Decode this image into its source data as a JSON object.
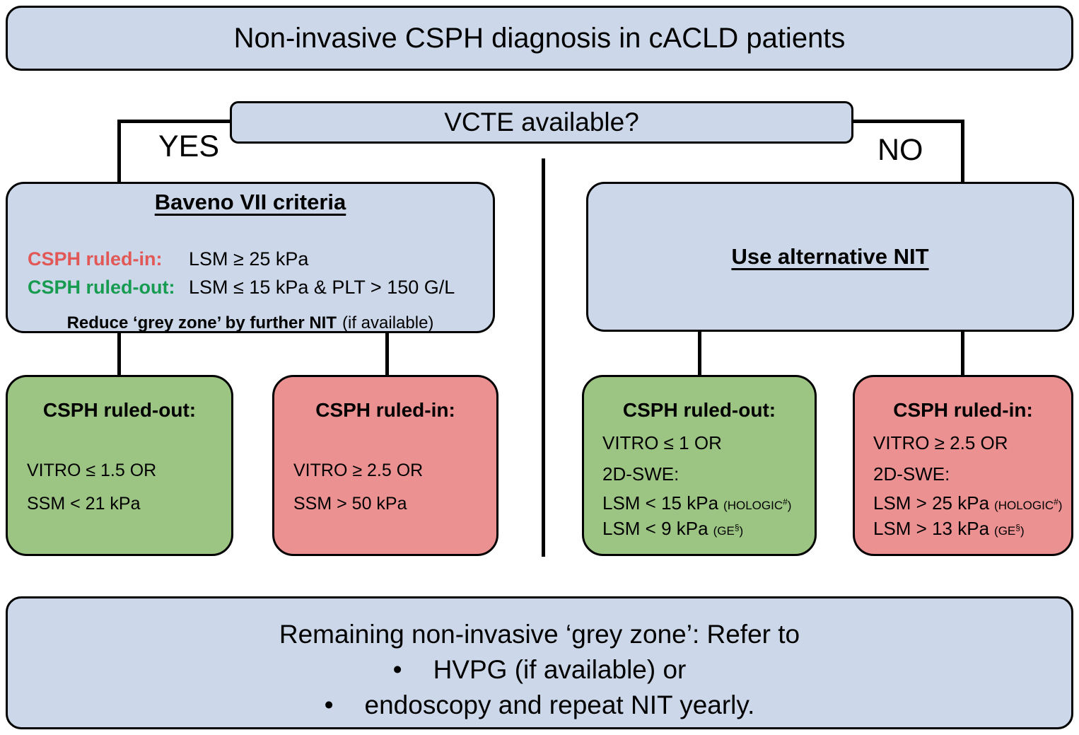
{
  "colors": {
    "box_blue": "#ccd8e9",
    "box_green": "#9cc584",
    "box_red": "#eb9191",
    "ruled_in_text": "#e15856",
    "ruled_out_text": "#169b50",
    "line_black": "#000000"
  },
  "header": {
    "title": "Non-invasive CSPH diagnosis in cACLD patients"
  },
  "decision": {
    "question": "VCTE available?",
    "yes": "YES",
    "no": "NO"
  },
  "baveno": {
    "title": "Baveno VII criteria",
    "ruled_in_label": "CSPH ruled-in:",
    "ruled_in_value": "LSM ≥ 25 kPa",
    "ruled_out_label": "CSPH ruled-out:",
    "ruled_out_value": "LSM ≤ 15 kPa & PLT > 150 G/L",
    "note_bold": "Reduce ‘grey zone’ by further NIT",
    "note_regular": "(if available)"
  },
  "alternative": {
    "title": "Use alternative NIT"
  },
  "outcomes": {
    "vcte_ruled_out": {
      "title": "CSPH ruled-out:",
      "line1": "VITRO ≤ 1.5 OR",
      "line2": "SSM < 21 kPa"
    },
    "vcte_ruled_in": {
      "title": "CSPH ruled-in:",
      "line1": "VITRO ≥ 2.5 OR",
      "line2": "SSM > 50 kPa"
    },
    "alt_ruled_out": {
      "title": "CSPH ruled-out:",
      "line1": "VITRO ≤ 1 OR",
      "line2": "2D-SWE:",
      "line3_main": "LSM < 15 kPa",
      "line3_suffix": "(HOLOGIC",
      "line3_sup": "#",
      "line3_close": ")",
      "line4_main": "LSM < 9 kPa",
      "line4_suffix": "(GE",
      "line4_sup": "§",
      "line4_close": ")"
    },
    "alt_ruled_in": {
      "title": "CSPH ruled-in:",
      "line1": "VITRO ≥ 2.5 OR",
      "line2": "2D-SWE:",
      "line3_main": "LSM > 25 kPa",
      "line3_suffix": "(HOLOGIC",
      "line3_sup": "#",
      "line3_close": ")",
      "line4_main": "LSM > 13 kPa",
      "line4_suffix": "(GE",
      "line4_sup": "§",
      "line4_close": ")"
    }
  },
  "footer": {
    "line1": "Remaining non-invasive ‘grey zone’: Refer to",
    "bullet_glyph": "•",
    "bullet1": "HVPG (if available) or",
    "bullet2": "endoscopy and repeat NIT yearly."
  }
}
